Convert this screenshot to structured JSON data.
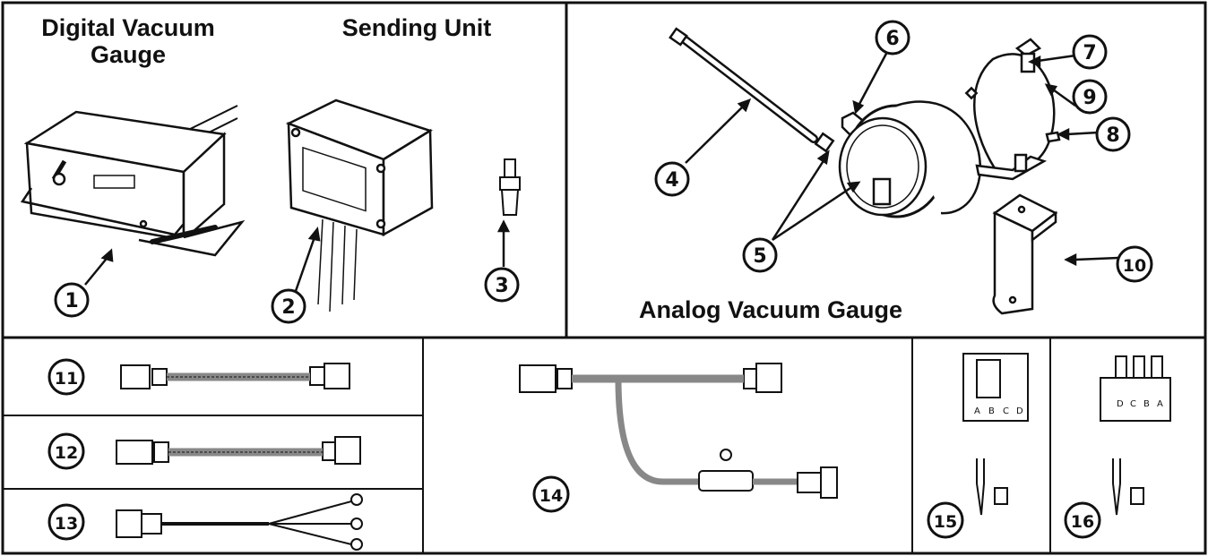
{
  "headings": {
    "digital_line1": "Digital Vacuum",
    "digital_line2": "Gauge",
    "sending_unit": "Sending Unit",
    "analog": "Analog Vacuum Gauge"
  },
  "callouts": [
    "1",
    "2",
    "3",
    "4",
    "5",
    "6",
    "7",
    "8",
    "9",
    "10",
    "11",
    "12",
    "13",
    "14",
    "15",
    "16"
  ],
  "connector_letters": {
    "item15": [
      "A",
      "B",
      "C",
      "D"
    ],
    "item16": [
      "D",
      "C",
      "B",
      "A"
    ]
  },
  "colors": {
    "line": "#111111",
    "background": "#ffffff",
    "cable": "#888888"
  }
}
